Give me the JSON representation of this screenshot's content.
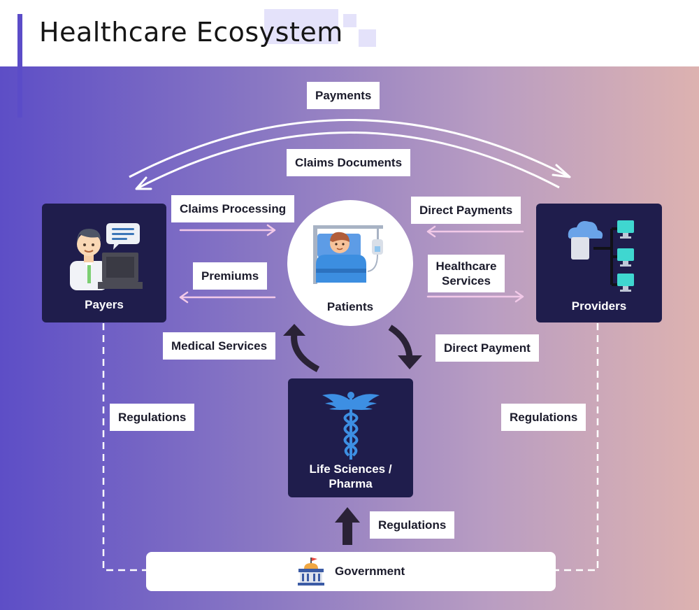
{
  "page": {
    "title": "Healthcare Ecosystem"
  },
  "nodes": {
    "payers": "Payers",
    "patients": "Patients",
    "providers": "Providers",
    "pharma": "Life Sciences / Pharma",
    "government": "Government"
  },
  "edges": {
    "payments": "Payments",
    "claims_documents": "Claims Documents",
    "claims_processing": "Claims Processing",
    "premiums": "Premiums",
    "direct_payments": "Direct Payments",
    "healthcare_services": "Healthcare Services",
    "medical_services": "Medical Services",
    "direct_payment": "Direct Payment",
    "regulations_left": "Regulations",
    "regulations_right": "Regulations",
    "regulations_bottom": "Regulations"
  },
  "icons": {
    "payers": "businessman-computer-icon",
    "patients": "patient-in-bed-icon",
    "providers": "cloud-network-icon",
    "pharma": "caduceus-icon",
    "government": "government-building-icon"
  },
  "colors": {
    "accent": "#5b4cc8",
    "node_bg": "#1f1d4c",
    "flow_arrow": "#f2c9e8",
    "gradient_start": "#5d4ec6",
    "gradient_end": "#ddb2b0"
  }
}
